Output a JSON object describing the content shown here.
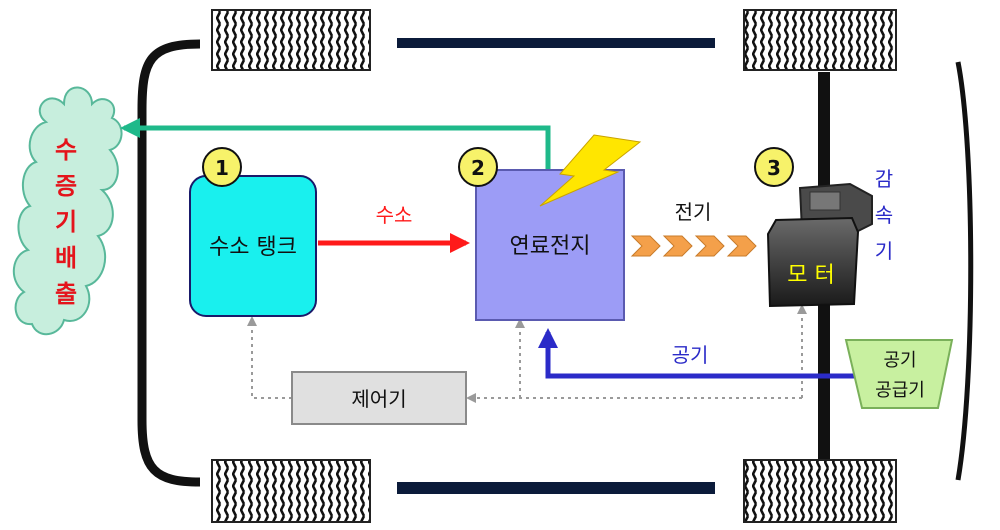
{
  "badges": [
    "1",
    "2",
    "3"
  ],
  "tank_label": "수소 탱크",
  "fuelcell_label": "연료전지",
  "hydrogen_label": "수소",
  "electricity_label": "전기",
  "air_label": "공기",
  "controller_label": "제어기",
  "motor_label": "모 터",
  "reducer_label": [
    "감",
    "속",
    "기"
  ],
  "air_supply_label": [
    "공기",
    "공급기"
  ],
  "exhaust_label": [
    "수",
    "증",
    "기",
    "배",
    "출"
  ],
  "colors": {
    "hydrogen_arrow": "#ff1a1a",
    "exhaust_arrow": "#1fb98a",
    "air_arrow": "#2b2bc8",
    "tank_fill": "#19f0ee",
    "fuelcell_fill": "#9c9cf6",
    "badge_fill": "#f7f26a",
    "spark": "#ffe600",
    "electric_chevrons": "#f4a04a",
    "cloud_fill": "#c7eedd",
    "exhaust_text": "#e4141b",
    "reducer_text": "#2a2ac8",
    "motor_text": "#ffff00",
    "controller_fill": "#e0e0e0",
    "air_supply_fill": "#c8f0a0"
  }
}
